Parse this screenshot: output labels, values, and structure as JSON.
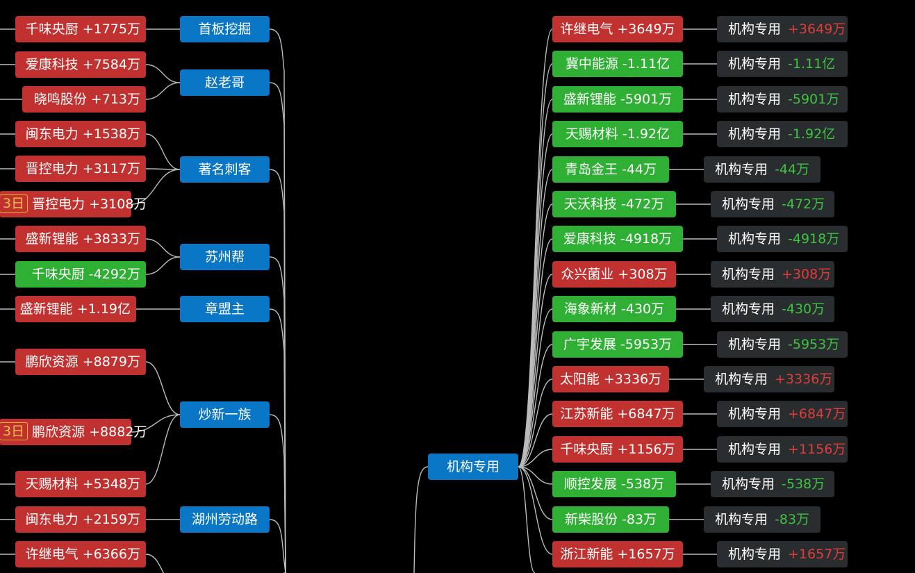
{
  "left": {
    "groups": [
      {
        "label": "首板挖掘",
        "items": [
          {
            "label": "千味央厨 +1775万",
            "dir": "up"
          }
        ]
      },
      {
        "label": "赵老哥",
        "items": [
          {
            "label": "爱康科技 +7584万",
            "dir": "up"
          },
          {
            "label": "晓鸣股份 +713万",
            "dir": "up"
          }
        ]
      },
      {
        "label": "著名刺客",
        "items": [
          {
            "label": "闽东电力 +1538万",
            "dir": "up"
          },
          {
            "label": "晋控电力 +3117万",
            "dir": "up"
          },
          {
            "label": "晋控电力 +3108万",
            "dir": "up",
            "badge": "3日"
          }
        ]
      },
      {
        "label": "苏州帮",
        "items": [
          {
            "label": "盛新锂能 +3833万",
            "dir": "up"
          },
          {
            "label": "千味央厨 -4292万",
            "dir": "down"
          }
        ]
      },
      {
        "label": "章盟主",
        "items": [
          {
            "label": "盛新锂能 +1.19亿",
            "dir": "up"
          }
        ]
      },
      {
        "label": "炒新一族",
        "items": [
          {
            "label": "鹏欣资源 +8879万",
            "dir": "up"
          },
          {
            "label": "鹏欣资源 +8882万",
            "dir": "up",
            "badge": "3日"
          },
          {
            "label": "天赐材料 +5348万",
            "dir": "up"
          }
        ]
      },
      {
        "label": "湖州劳动路",
        "items": [
          {
            "label": "闽东电力 +2159万",
            "dir": "up"
          }
        ]
      },
      {
        "label": "",
        "items": [
          {
            "label": "许继电气 +6366万",
            "dir": "up"
          }
        ]
      }
    ]
  },
  "center": {
    "label": "机构专用"
  },
  "right": {
    "items": [
      {
        "stock": "许继电气 +3649万",
        "seat": "机构专用",
        "amount": "+3649万",
        "dir": "up"
      },
      {
        "stock": "冀中能源 -1.11亿",
        "seat": "机构专用",
        "amount": "-1.11亿",
        "dir": "down"
      },
      {
        "stock": "盛新锂能 -5901万",
        "seat": "机构专用",
        "amount": "-5901万",
        "dir": "down"
      },
      {
        "stock": "天赐材料 -1.92亿",
        "seat": "机构专用",
        "amount": "-1.92亿",
        "dir": "down"
      },
      {
        "stock": "青岛金王 -44万",
        "seat": "机构专用",
        "amount": "-44万",
        "dir": "down"
      },
      {
        "stock": "天沃科技 -472万",
        "seat": "机构专用",
        "amount": "-472万",
        "dir": "down"
      },
      {
        "stock": "爱康科技 -4918万",
        "seat": "机构专用",
        "amount": "-4918万",
        "dir": "down"
      },
      {
        "stock": "众兴菌业 +308万",
        "seat": "机构专用",
        "amount": "+308万",
        "dir": "up"
      },
      {
        "stock": "海象新材 -430万",
        "seat": "机构专用",
        "amount": "-430万",
        "dir": "down"
      },
      {
        "stock": "广宇发展 -5953万",
        "seat": "机构专用",
        "amount": "-5953万",
        "dir": "down"
      },
      {
        "stock": "太阳能 +3336万",
        "seat": "机构专用",
        "amount": "+3336万",
        "dir": "up"
      },
      {
        "stock": "江苏新能 +6847万",
        "seat": "机构专用",
        "amount": "+6847万",
        "dir": "up"
      },
      {
        "stock": "千味央厨 +1156万",
        "seat": "机构专用",
        "amount": "+1156万",
        "dir": "up"
      },
      {
        "stock": "顺控发展 -538万",
        "seat": "机构专用",
        "amount": "-538万",
        "dir": "down"
      },
      {
        "stock": "新柴股份 -83万",
        "seat": "机构专用",
        "amount": "-83万",
        "dir": "down"
      },
      {
        "stock": "浙江新能 +1657万",
        "seat": "机构专用",
        "amount": "+1657万",
        "dir": "up"
      }
    ]
  },
  "colors": {
    "up": "#c0312f",
    "down": "#2fb035",
    "seat": "#0a76c6",
    "link": "#bbbbbb"
  }
}
